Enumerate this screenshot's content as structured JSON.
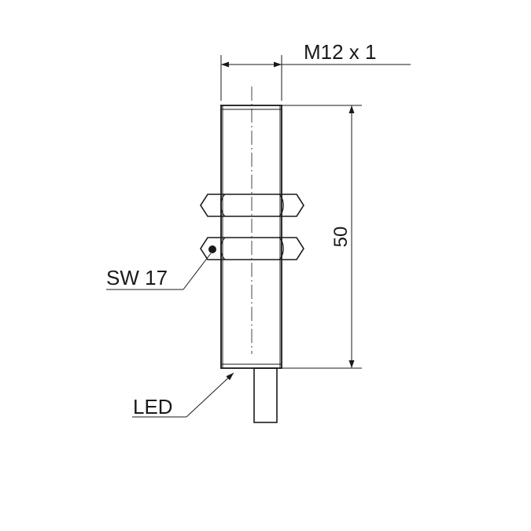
{
  "labels": {
    "thread": "M12 x 1",
    "length": "50",
    "wrench": "SW 17",
    "led": "LED"
  },
  "colors": {
    "line": "#1a1a1a",
    "background": "#ffffff"
  }
}
